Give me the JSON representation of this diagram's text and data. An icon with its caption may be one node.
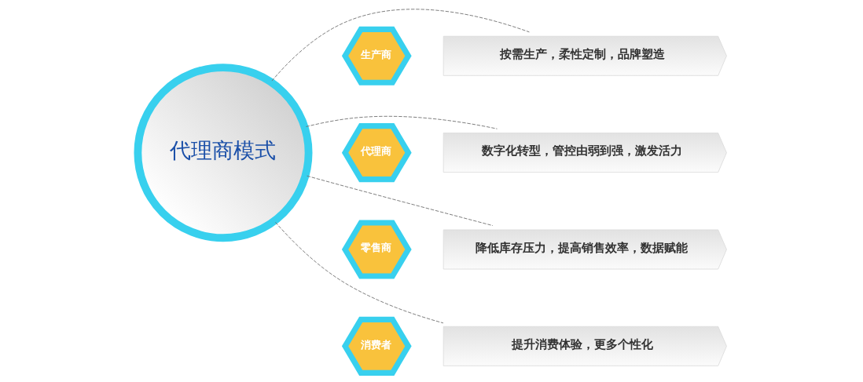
{
  "diagram": {
    "nodes": [
      {
        "text": [
          "代理商模式"
        ]
      },
      {
        "text": [
          "生产商"
        ]
      },
      {
        "text": [
          "按需生产，柔性定制，品牌塑造"
        ]
      },
      {
        "text": [
          "代理商"
        ]
      },
      {
        "text": [
          "数字化转型，管控由弱到强，激发活力"
        ]
      },
      {
        "text": [
          "零售商"
        ]
      },
      {
        "text": [
          "降低库存压力，提高销售效率，数据赋能"
        ]
      },
      {
        "text": [
          "消费者"
        ]
      },
      {
        "text": [
          "提升消费体验，更多个性化"
        ]
      }
    ],
    "edges": [
      {
        "from": 0,
        "to": 2,
        "arrow": "none",
        "style": "dashed"
      },
      {
        "from": 0,
        "to": 4,
        "arrow": "none",
        "style": "dashed"
      },
      {
        "from": 0,
        "to": 6,
        "arrow": "none",
        "style": "dashed"
      },
      {
        "from": 0,
        "to": 8,
        "arrow": "none",
        "style": "dashed"
      }
    ]
  }
}
